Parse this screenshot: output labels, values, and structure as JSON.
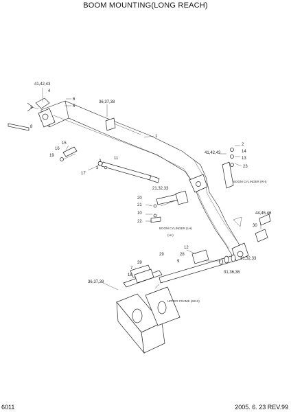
{
  "header": {
    "title": "BOOM MOUNTING(LONG REACH)"
  },
  "footer": {
    "page_code": "6011",
    "date_rev": "2005. 6. 23  REV.99"
  },
  "callouts": {
    "c_top1": "41,42,43",
    "c_top2": "4",
    "c_top3": "1",
    "c_6": "6",
    "c_5": "5",
    "c_8": "8",
    "c_mid_top": "36,37,38",
    "c_1": "1",
    "c_16": "16",
    "c_15": "15",
    "c_19": "19",
    "c_17": "17",
    "c_2": "2",
    "c_3": "3",
    "c_11": "11",
    "c_right_grp": "41,42,43",
    "c_r2": "2",
    "c_r14": "14",
    "c_r13": "13",
    "c_r23": "23",
    "c_mid2": "21,32,33",
    "c_21": "21",
    "c_20": "20",
    "c_10": "10",
    "c_22": "22",
    "c_44": "44,45,46",
    "c_30": "30",
    "c_29": "29",
    "c_28": "28",
    "c_9": "9",
    "c_12": "12",
    "c_31": "31,32,33",
    "c_31b": "31,36,36",
    "c_39": "39",
    "c_7": "7",
    "c_18": "18",
    "c_low_grp": "36,37,38"
  },
  "notes": {
    "boom_cyl": "BOOM CYLINDER (LH)",
    "boom_cyl_r": "BOOM CYLINDER (RH)",
    "upper_frame": "UPPER FRAME (6013)",
    "boom_cyl_lh": "(LH)"
  }
}
